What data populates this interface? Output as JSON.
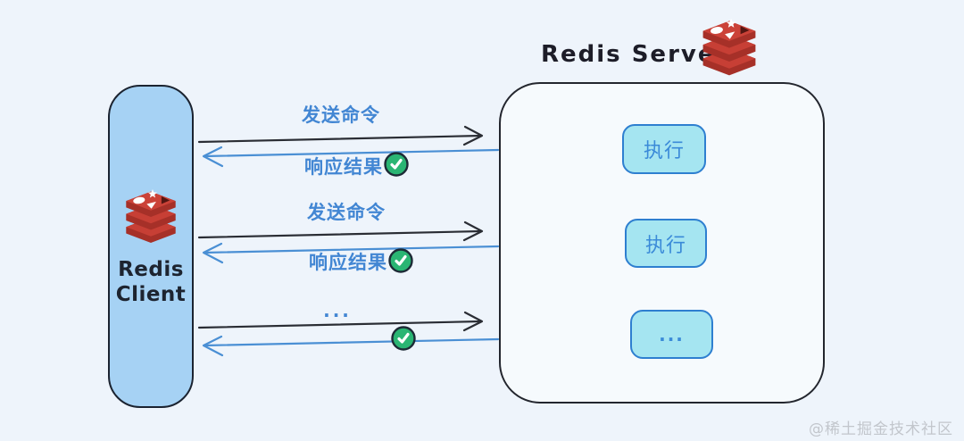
{
  "server": {
    "title": "Redis Server",
    "boxes": [
      {
        "label": "执行"
      },
      {
        "label": "执行"
      },
      {
        "label": "..."
      }
    ]
  },
  "client": {
    "line1": "Redis",
    "line2": "Client"
  },
  "flows": [
    {
      "request": "发送命令",
      "response": "响应结果"
    },
    {
      "request": "发送命令",
      "response": "响应结果"
    },
    {
      "request": "...",
      "response": ""
    }
  ],
  "watermark": "@稀土掘金技术社区",
  "icons": {
    "redis_logo": "redis-stack-logo",
    "check": "✓"
  },
  "colors": {
    "background": "#eef4fb",
    "client_fill": "#a6d2f4",
    "server_fill": "#f6fafd",
    "exec_fill": "#a5e5f1",
    "exec_border": "#2e7fd0",
    "label_blue": "#4286d3",
    "arrow_black": "#2a2d34",
    "arrow_blue": "#4a8fd4",
    "check_green": "#2ab573",
    "redis_red": "#c73f35"
  }
}
